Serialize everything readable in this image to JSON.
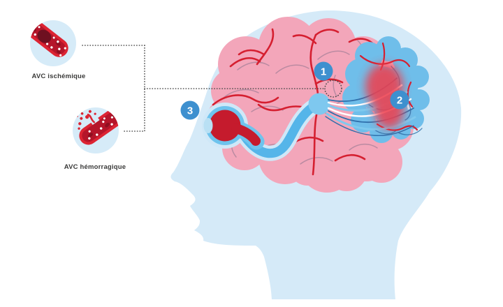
{
  "diagram": {
    "description": "Head profile cutaway showing stroke (AVC) impact on visual pathway",
    "insets": {
      "ischemic": {
        "icon": "clotted-artery-icon",
        "label": "AVC ischémique"
      },
      "hemorrhagic": {
        "icon": "ruptured-artery-icon",
        "label": "AVC hémorragique"
      }
    },
    "markers": {
      "m1": "1",
      "m2": "2",
      "m3": "3"
    },
    "colors": {
      "head": "#d5eaf8",
      "brain": "#f3a6ba",
      "sulci": "#b4889f",
      "artery": "#d51f30",
      "occipital_lobe": "#6fbeea",
      "occipital_folds": "#2e6fa7",
      "optic_nerve": "#55b5e9",
      "nerve_halo": "#cfe8f8",
      "lgn": "#7ec8ef",
      "eyeball": "#c51b2d",
      "cornea": "#b9e0f4",
      "lesion": "#ed4150",
      "marker": "#3e90cf",
      "inset_background": "#d6ebf8",
      "vessel_wall": "#dc2433",
      "vessel_lumen": "#b5152a",
      "clot": "#6e1020",
      "dotted_line": "#4a4a4a",
      "label_text": "#3a3a39"
    }
  }
}
